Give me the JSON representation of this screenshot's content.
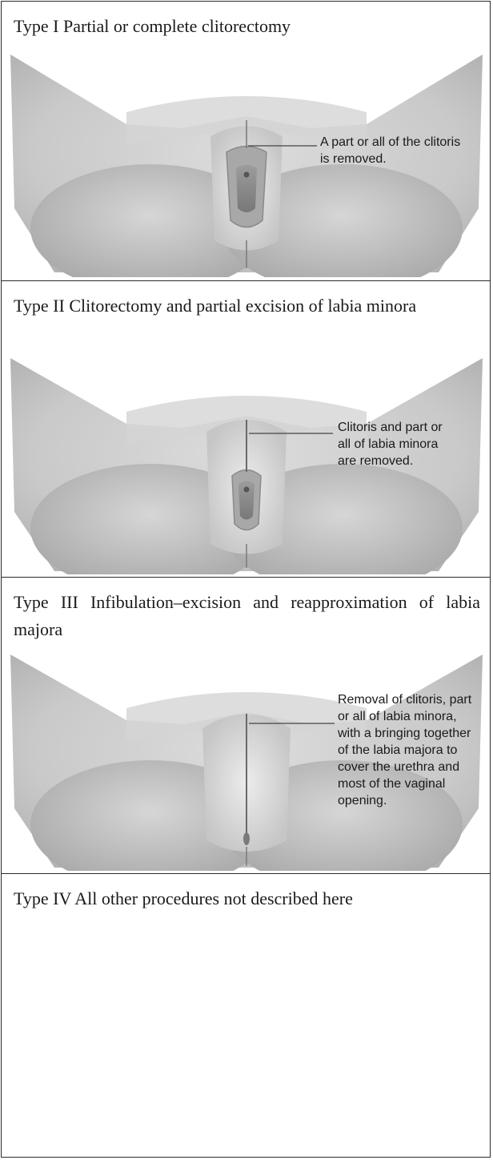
{
  "panels": [
    {
      "title": "Type I Partial or complete clitorectomy",
      "callout": "A part or all of the clitoris\nis removed."
    },
    {
      "title": "Type II Clitorectomy and partial excision of labia minora",
      "callout": "Clitoris and part or\nall of labia minora\nare removed."
    },
    {
      "title": "Type III Infibulation–excision and reapproximation of labia majora",
      "callout": "Removal of clitoris, part\nor all of labia minora,\nwith a bringing together\nof the labia majora to\ncover the urethra and\nmost of the vaginal\nopening."
    },
    {
      "title": "Type IV All other procedures not described here"
    }
  ]
}
